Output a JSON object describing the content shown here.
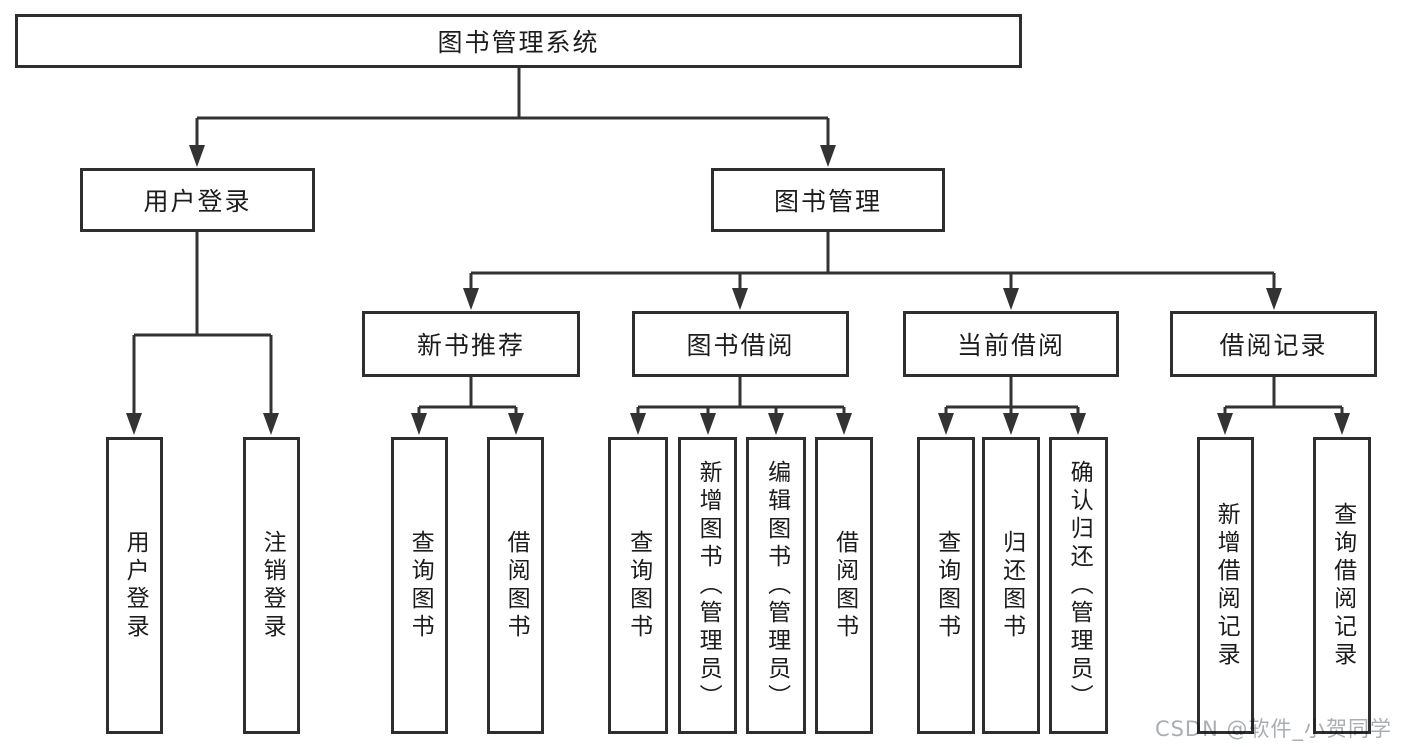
{
  "colors": {
    "background": "#ffffff",
    "box_border": "#2e2e2e",
    "box_fill": "#ffffff",
    "line": "#333333",
    "text": "#1c1c1c",
    "watermark": "#a9aeb3"
  },
  "tree": {
    "root": {
      "label": "图书管理系统"
    },
    "level2": [
      {
        "label": "用户登录",
        "children": [
          {
            "label": "用户登录"
          },
          {
            "label": "注销登录"
          }
        ]
      },
      {
        "label": "图书管理",
        "children": [
          {
            "label": "新书推荐",
            "children": [
              {
                "label": "查询图书"
              },
              {
                "label": "借阅图书"
              }
            ]
          },
          {
            "label": "图书借阅",
            "children": [
              {
                "label": "查询图书"
              },
              {
                "label": "新增图书（管理员）"
              },
              {
                "label": "编辑图书（管理员）"
              },
              {
                "label": "借阅图书"
              }
            ]
          },
          {
            "label": "当前借阅",
            "children": [
              {
                "label": "查询图书"
              },
              {
                "label": "归还图书"
              },
              {
                "label": "确认归还（管理员）"
              }
            ]
          },
          {
            "label": "借阅记录",
            "children": [
              {
                "label": "新增借阅记录"
              },
              {
                "label": "查询借阅记录"
              }
            ]
          }
        ]
      }
    ]
  },
  "watermark": {
    "text": "CSDN @软件_小贺同学"
  }
}
